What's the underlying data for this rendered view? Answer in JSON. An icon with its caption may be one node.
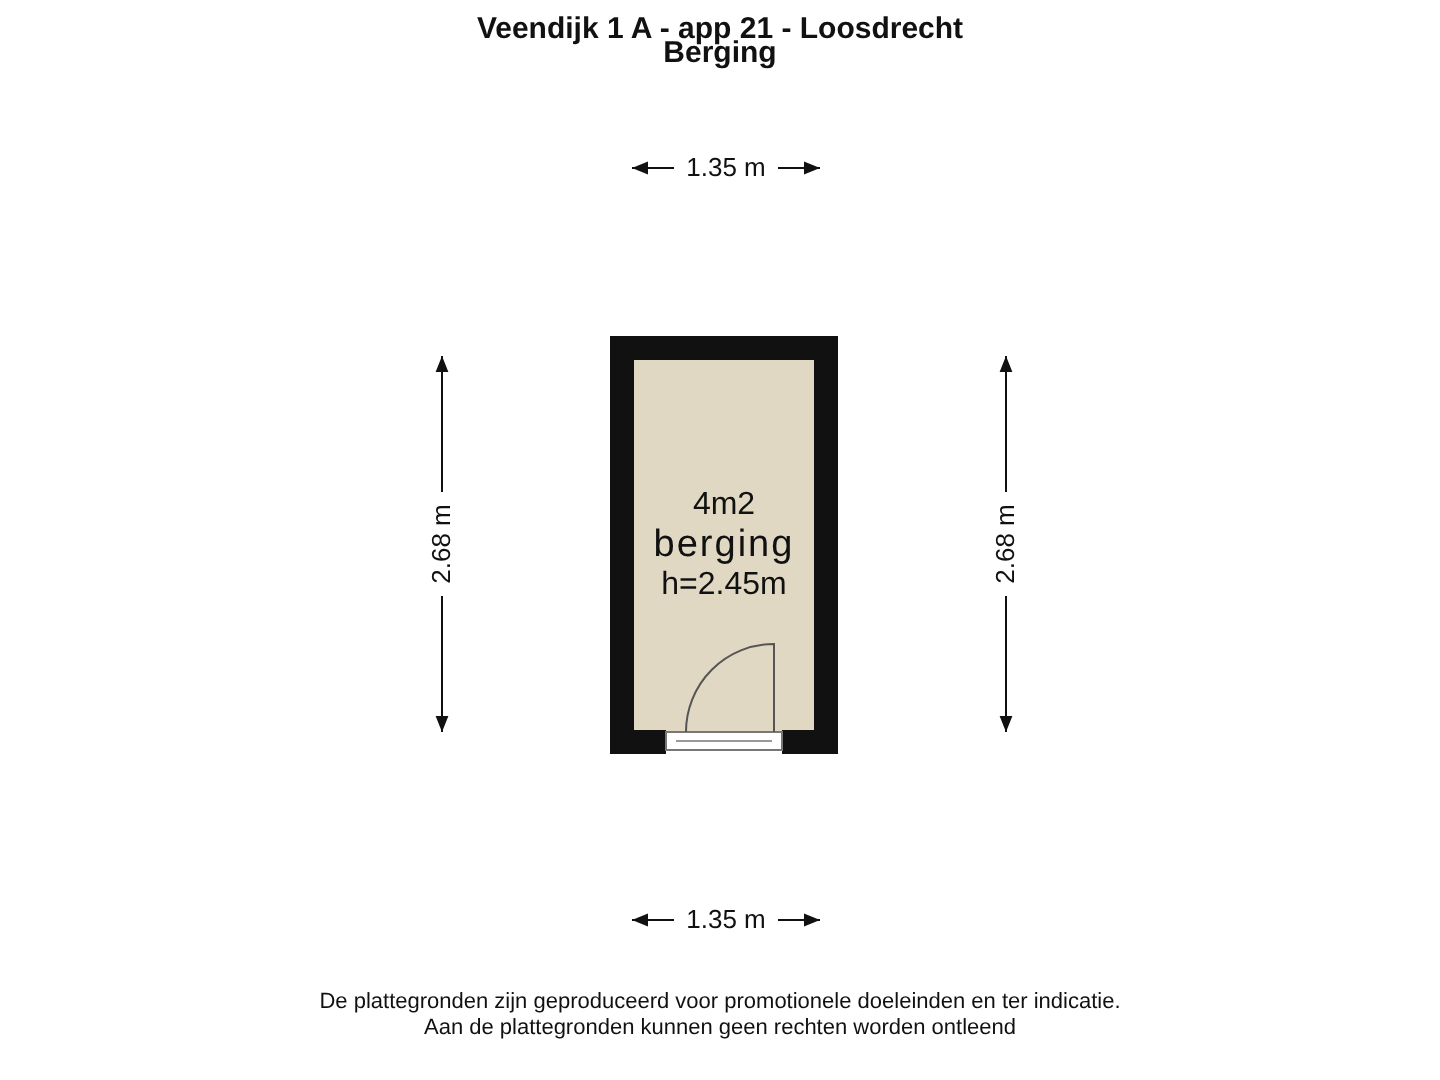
{
  "diagram": {
    "title": "Veendijk 1 A - app 21 - Loosdrecht",
    "nodes": [
      {
        "text": [
          "4m2",
          "berging",
          "h=2.45m"
        ]
      }
    ],
    "labels": [
      "Berging",
      "1.35 m",
      "2.68 m",
      "2.68 m",
      "1.35 m",
      "De plattegronden zijn geproduceerd voor promotionele doeleinden en ter indicatie.",
      "Aan de plattegronden kunnen geen rechten worden ontleend"
    ]
  }
}
